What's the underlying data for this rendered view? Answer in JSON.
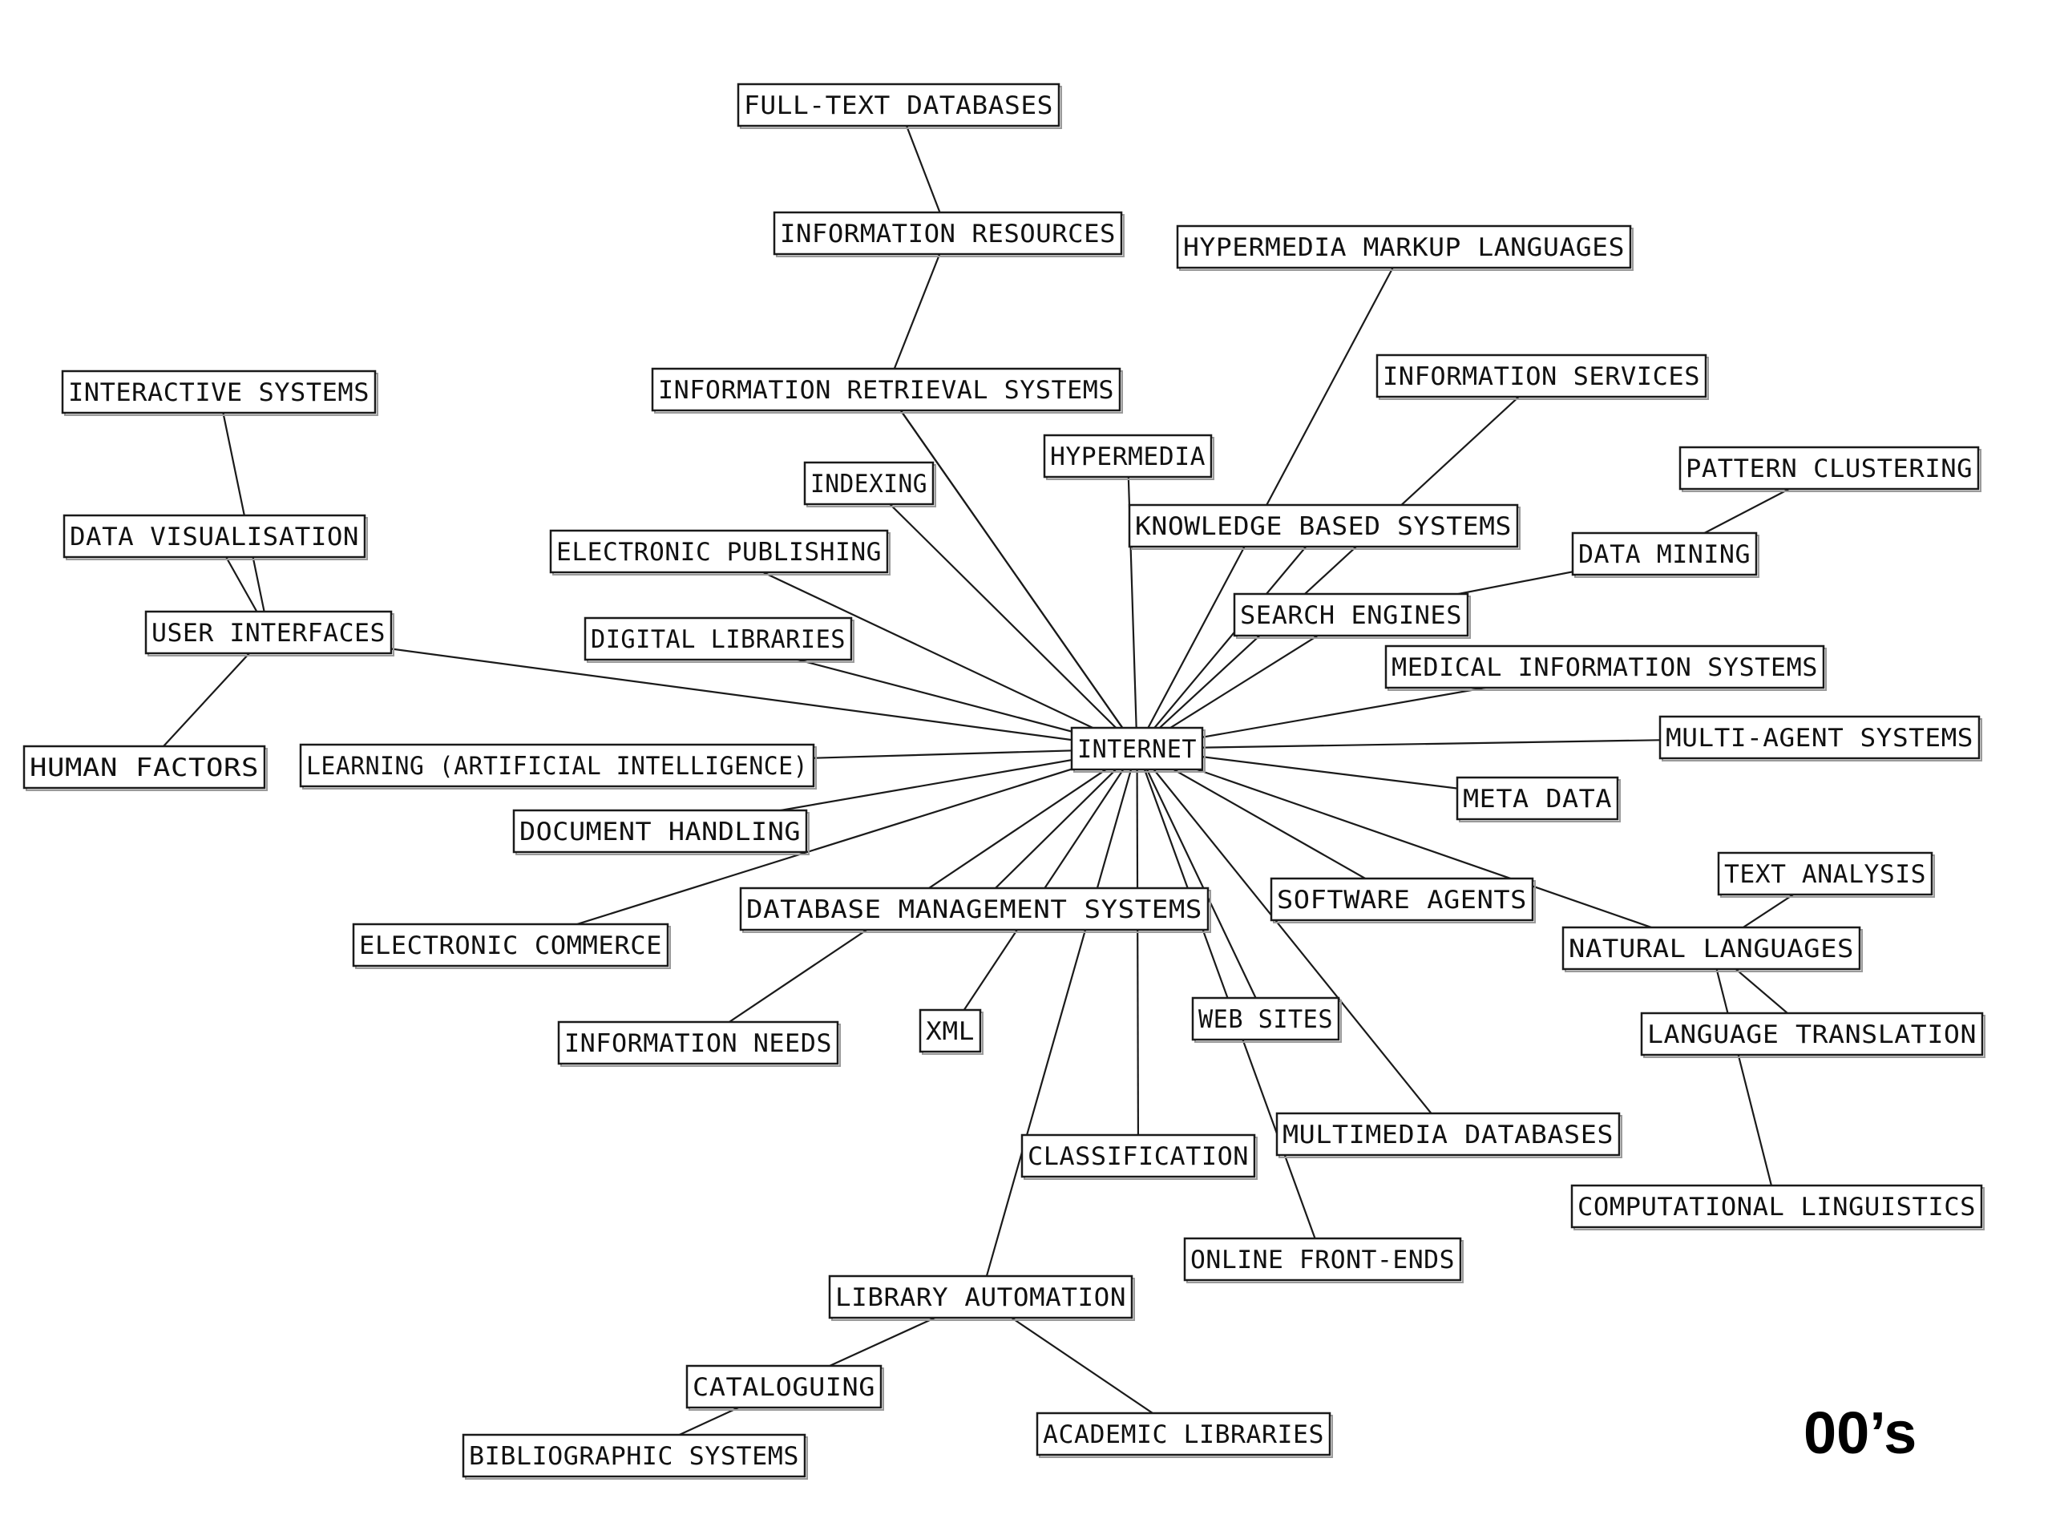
{
  "era_label": "00’s",
  "center_node": "internet",
  "nodes": [
    {
      "id": "internet",
      "label": "INTERNET"
    },
    {
      "id": "full-text-databases",
      "label": "FULL-TEXT DATABASES"
    },
    {
      "id": "information-resources",
      "label": "INFORMATION RESOURCES"
    },
    {
      "id": "hypermedia-markup-languages",
      "label": "HYPERMEDIA MARKUP LANGUAGES"
    },
    {
      "id": "information-services",
      "label": "INFORMATION SERVICES"
    },
    {
      "id": "interactive-systems",
      "label": "INTERACTIVE SYSTEMS"
    },
    {
      "id": "information-retrieval-systems",
      "label": "INFORMATION RETRIEVAL SYSTEMS"
    },
    {
      "id": "hypermedia",
      "label": "HYPERMEDIA"
    },
    {
      "id": "pattern-clustering",
      "label": "PATTERN CLUSTERING"
    },
    {
      "id": "indexing",
      "label": "INDEXING"
    },
    {
      "id": "knowledge-based-systems",
      "label": "KNOWLEDGE BASED SYSTEMS"
    },
    {
      "id": "data-visualisation",
      "label": "DATA VISUALISATION"
    },
    {
      "id": "electronic-publishing",
      "label": "ELECTRONIC PUBLISHING"
    },
    {
      "id": "data-mining",
      "label": "DATA MINING"
    },
    {
      "id": "search-engines",
      "label": "SEARCH ENGINES"
    },
    {
      "id": "user-interfaces",
      "label": "USER INTERFACES"
    },
    {
      "id": "digital-libraries",
      "label": "DIGITAL LIBRARIES"
    },
    {
      "id": "medical-information-systems",
      "label": "MEDICAL INFORMATION SYSTEMS"
    },
    {
      "id": "multi-agent-systems",
      "label": "MULTI-AGENT SYSTEMS"
    },
    {
      "id": "human-factors",
      "label": "HUMAN FACTORS"
    },
    {
      "id": "learning-ai",
      "label": "LEARNING (ARTIFICIAL INTELLIGENCE)"
    },
    {
      "id": "meta-data",
      "label": "META DATA"
    },
    {
      "id": "document-handling",
      "label": "DOCUMENT HANDLING"
    },
    {
      "id": "text-analysis",
      "label": "TEXT ANALYSIS"
    },
    {
      "id": "database-management-systems",
      "label": "DATABASE MANAGEMENT SYSTEMS"
    },
    {
      "id": "software-agents",
      "label": "SOFTWARE AGENTS"
    },
    {
      "id": "electronic-commerce",
      "label": "ELECTRONIC COMMERCE"
    },
    {
      "id": "natural-languages",
      "label": "NATURAL LANGUAGES"
    },
    {
      "id": "web-sites",
      "label": "WEB SITES"
    },
    {
      "id": "xml",
      "label": "XML"
    },
    {
      "id": "language-translation",
      "label": "LANGUAGE TRANSLATION"
    },
    {
      "id": "information-needs",
      "label": "INFORMATION NEEDS"
    },
    {
      "id": "multimedia-databases",
      "label": "MULTIMEDIA DATABASES"
    },
    {
      "id": "classification",
      "label": "CLASSIFICATION"
    },
    {
      "id": "computational-linguistics",
      "label": "COMPUTATIONAL LINGUISTICS"
    },
    {
      "id": "online-front-ends",
      "label": "ONLINE FRONT-ENDS"
    },
    {
      "id": "library-automation",
      "label": "LIBRARY AUTOMATION"
    },
    {
      "id": "cataloguing",
      "label": "CATALOGUING"
    },
    {
      "id": "academic-libraries",
      "label": "ACADEMIC LIBRARIES"
    },
    {
      "id": "bibliographic-systems",
      "label": "BIBLIOGRAPHIC SYSTEMS"
    }
  ],
  "edges": [
    [
      "full-text-databases",
      "information-resources"
    ],
    [
      "information-resources",
      "information-retrieval-systems"
    ],
    [
      "information-retrieval-systems",
      "internet"
    ],
    [
      "internet",
      "information-retrieval-systems"
    ],
    [
      "internet",
      "hypermedia"
    ],
    [
      "internet",
      "hypermedia-markup-languages"
    ],
    [
      "internet",
      "information-services"
    ],
    [
      "internet",
      "knowledge-based-systems"
    ],
    [
      "internet",
      "search-engines"
    ],
    [
      "search-engines",
      "data-mining"
    ],
    [
      "data-mining",
      "pattern-clustering"
    ],
    [
      "internet",
      "indexing"
    ],
    [
      "internet",
      "electronic-publishing"
    ],
    [
      "internet",
      "digital-libraries"
    ],
    [
      "internet",
      "user-interfaces"
    ],
    [
      "user-interfaces",
      "data-visualisation"
    ],
    [
      "user-interfaces",
      "interactive-systems"
    ],
    [
      "user-interfaces",
      "human-factors"
    ],
    [
      "internet",
      "medical-information-systems"
    ],
    [
      "internet",
      "multi-agent-systems"
    ],
    [
      "internet",
      "learning-ai"
    ],
    [
      "internet",
      "document-handling"
    ],
    [
      "internet",
      "electronic-commerce"
    ],
    [
      "internet",
      "meta-data"
    ],
    [
      "internet",
      "database-management-systems"
    ],
    [
      "internet",
      "software-agents"
    ],
    [
      "internet",
      "natural-languages"
    ],
    [
      "natural-languages",
      "text-analysis"
    ],
    [
      "natural-languages",
      "language-translation"
    ],
    [
      "natural-languages",
      "computational-linguistics"
    ],
    [
      "internet",
      "web-sites"
    ],
    [
      "internet",
      "multimedia-databases"
    ],
    [
      "internet",
      "online-front-ends"
    ],
    [
      "internet",
      "classification"
    ],
    [
      "internet",
      "library-automation"
    ],
    [
      "internet",
      "information-needs"
    ],
    [
      "internet",
      "xml"
    ],
    [
      "library-automation",
      "cataloguing"
    ],
    [
      "library-automation",
      "academic-libraries"
    ],
    [
      "cataloguing",
      "bibliographic-systems"
    ]
  ]
}
